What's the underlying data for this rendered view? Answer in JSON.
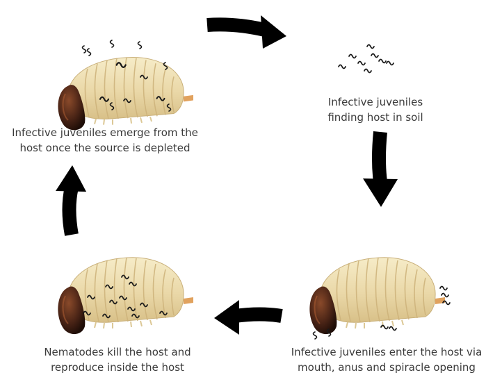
{
  "stages": [
    {
      "id": "emerge",
      "lines": [
        "Infective juveniles emerge from the",
        "host once the source is depleted"
      ]
    },
    {
      "id": "finding",
      "lines": [
        "Infective juveniles",
        "finding host in soil"
      ]
    },
    {
      "id": "enter",
      "lines": [
        "Infective juveniles enter the host via",
        "mouth, anus and spiracle opening"
      ]
    },
    {
      "id": "kill",
      "lines": [
        "Nematodes kill the host and",
        "reproduce inside the host"
      ]
    }
  ],
  "colors": {
    "text": "#3a3a3a",
    "arrow": "#000000",
    "grub_body": "#ead8a8",
    "grub_head": "#3b1f12"
  }
}
